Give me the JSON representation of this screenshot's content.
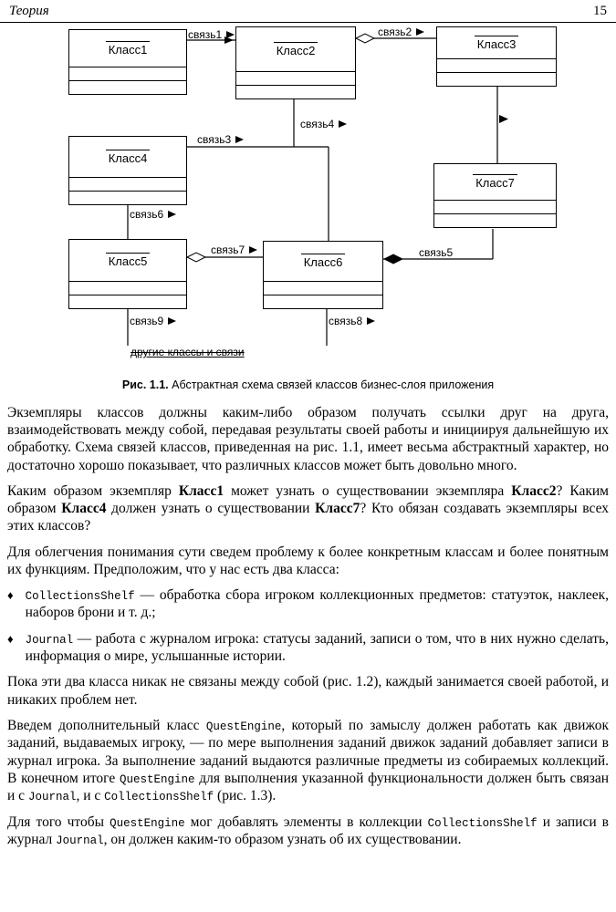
{
  "header": {
    "title": "Теория",
    "page": "15"
  },
  "figure": {
    "classes": [
      "Класс1",
      "Класс2",
      "Класс3",
      "Класс4",
      "Класс5",
      "Класс6",
      "Класс7"
    ],
    "links": [
      "связь1",
      "связь2",
      "связь3",
      "связь4",
      "связь5",
      "связь6",
      "связь7",
      "связь8",
      "связь9"
    ],
    "note": "другие классы и связи",
    "caption_label": "Рис. 1.1.",
    "caption_text": "Абстрактная схема связей классов бизнес-слоя приложения"
  },
  "content": {
    "blocks": [
      {
        "type": "p",
        "segments": [
          {
            "t": "Экземпляры классов должны каким-либо образом получать ссылки друг на друга, взаимодействовать между собой, передавая результаты своей работы и инициируя дальнейшую их обработку. Схема связей классов, приведенная на рис. 1.1, имеет весьма абстрактный характер, но достаточно хорошо показывает, что различных классов может быть довольно много.",
            "s": "n"
          }
        ]
      },
      {
        "type": "p",
        "segments": [
          {
            "t": "Каким образом экземпляр ",
            "s": "n"
          },
          {
            "t": "Класс1",
            "s": "b"
          },
          {
            "t": " может узнать о существовании экземпляра ",
            "s": "n"
          },
          {
            "t": "Класс2",
            "s": "b"
          },
          {
            "t": "? Каким образом ",
            "s": "n"
          },
          {
            "t": "Класс4",
            "s": "b"
          },
          {
            "t": " должен узнать о существовании ",
            "s": "n"
          },
          {
            "t": "Класс7",
            "s": "b"
          },
          {
            "t": "? Кто обязан создавать экземпляры всех этих классов?",
            "s": "n"
          }
        ]
      },
      {
        "type": "p",
        "segments": [
          {
            "t": "Для облегчения понимания сути сведем проблему к более конкретным классам и более понятным их функциям. Предположим, что у нас есть два класса:",
            "s": "n"
          }
        ]
      },
      {
        "type": "bullet",
        "marker": "♦",
        "segments": [
          {
            "t": "CollectionsShelf",
            "s": "c"
          },
          {
            "t": " — обработка сбора игроком коллекционных предметов: статуэток, наклеек, наборов брони и т. д.;",
            "s": "n"
          }
        ]
      },
      {
        "type": "bullet",
        "marker": "♦",
        "segments": [
          {
            "t": "Journal",
            "s": "c"
          },
          {
            "t": " — работа с журналом игрока: статусы заданий, записи о том, что в них нужно сделать, информация о мире, услышанные истории.",
            "s": "n"
          }
        ]
      },
      {
        "type": "p",
        "segments": [
          {
            "t": "Пока эти два класса никак не связаны между собой (рис. 1.2), каждый занимается своей работой, и никаких проблем нет.",
            "s": "n"
          }
        ]
      },
      {
        "type": "p",
        "segments": [
          {
            "t": "Введем дополнительный класс ",
            "s": "n"
          },
          {
            "t": "QuestEngine",
            "s": "c"
          },
          {
            "t": ", который по замыслу должен работать как движок заданий, выдаваемых игроку, — по мере выполнения заданий движок заданий добавляет записи в журнал игрока. За выполнение заданий выдаются различные предметы из собираемых коллекций. В конечном итоге ",
            "s": "n"
          },
          {
            "t": "QuestEngine",
            "s": "c"
          },
          {
            "t": " для выполнения указанной функциональности должен быть связан и с ",
            "s": "n"
          },
          {
            "t": "Journal",
            "s": "c"
          },
          {
            "t": ", и с ",
            "s": "n"
          },
          {
            "t": "CollectionsShelf",
            "s": "c"
          },
          {
            "t": " (рис. 1.3).",
            "s": "n"
          }
        ]
      },
      {
        "type": "p",
        "segments": [
          {
            "t": "Для того чтобы ",
            "s": "n"
          },
          {
            "t": "QuestEngine",
            "s": "c"
          },
          {
            "t": " мог добавлять элементы в коллекции ",
            "s": "n"
          },
          {
            "t": "CollectionsShelf",
            "s": "c"
          },
          {
            "t": " и записи в журнал ",
            "s": "n"
          },
          {
            "t": "Journal",
            "s": "c"
          },
          {
            "t": ", он должен каким-то образом узнать об их существовании.",
            "s": "n"
          }
        ]
      }
    ]
  }
}
